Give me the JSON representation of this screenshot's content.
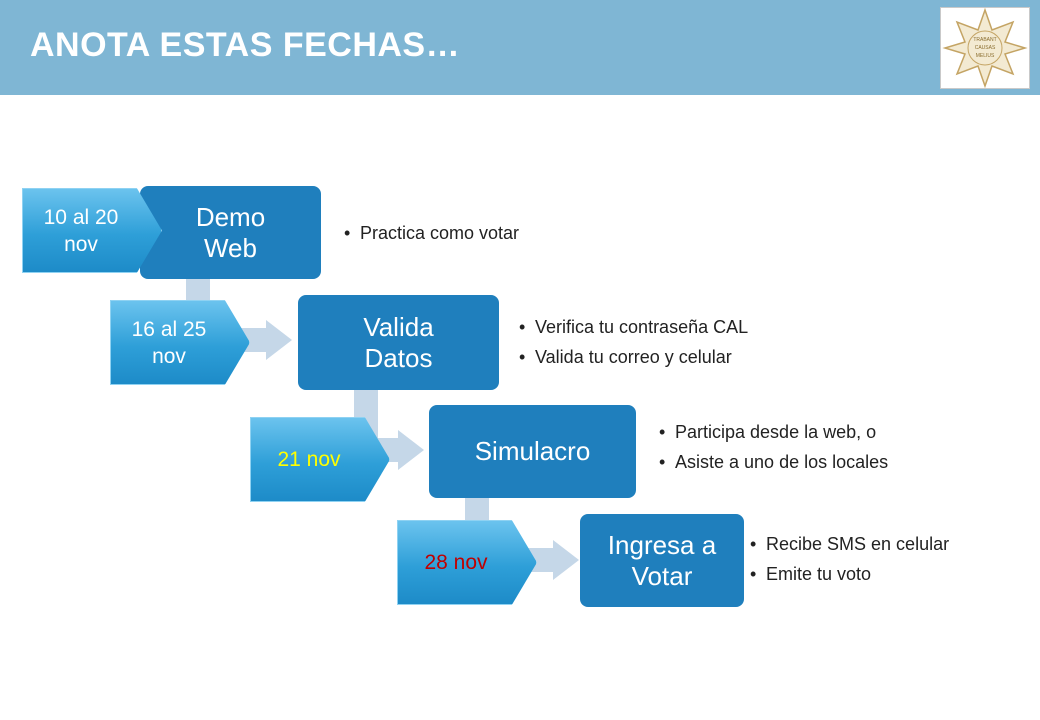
{
  "slide": {
    "title": "ANOTA ESTAS FECHAS…",
    "colors": {
      "header": "#7fb6d4",
      "stage": "#1f7fbd",
      "connector": "#c5d7e8"
    }
  },
  "logo": {
    "icon": "star-seal-icon",
    "text_lines": [
      "TRABANT",
      "CAUSAS",
      "MELIUS"
    ]
  },
  "steps": [
    {
      "stage": "Demo\nWeb",
      "date": "10 al 20\nnov",
      "date_color": "#ffffff",
      "bullets": [
        "Practica como votar"
      ]
    },
    {
      "stage": "Valida\nDatos",
      "date": "16 al 25\nnov",
      "date_color": "#ffffff",
      "bullets": [
        "Verifica tu contraseña CAL",
        "Valida tu correo y celular"
      ]
    },
    {
      "stage": "Simulacro",
      "date": "21 nov",
      "date_color": "#ffff00",
      "bullets": [
        "Participa desde la web, o",
        "Asiste a uno de los locales"
      ]
    },
    {
      "stage": "Ingresa a\nVotar",
      "date": "28 nov",
      "date_color": "#c00000",
      "bullets": [
        "Recibe SMS en celular",
        "Emite tu voto"
      ]
    }
  ]
}
